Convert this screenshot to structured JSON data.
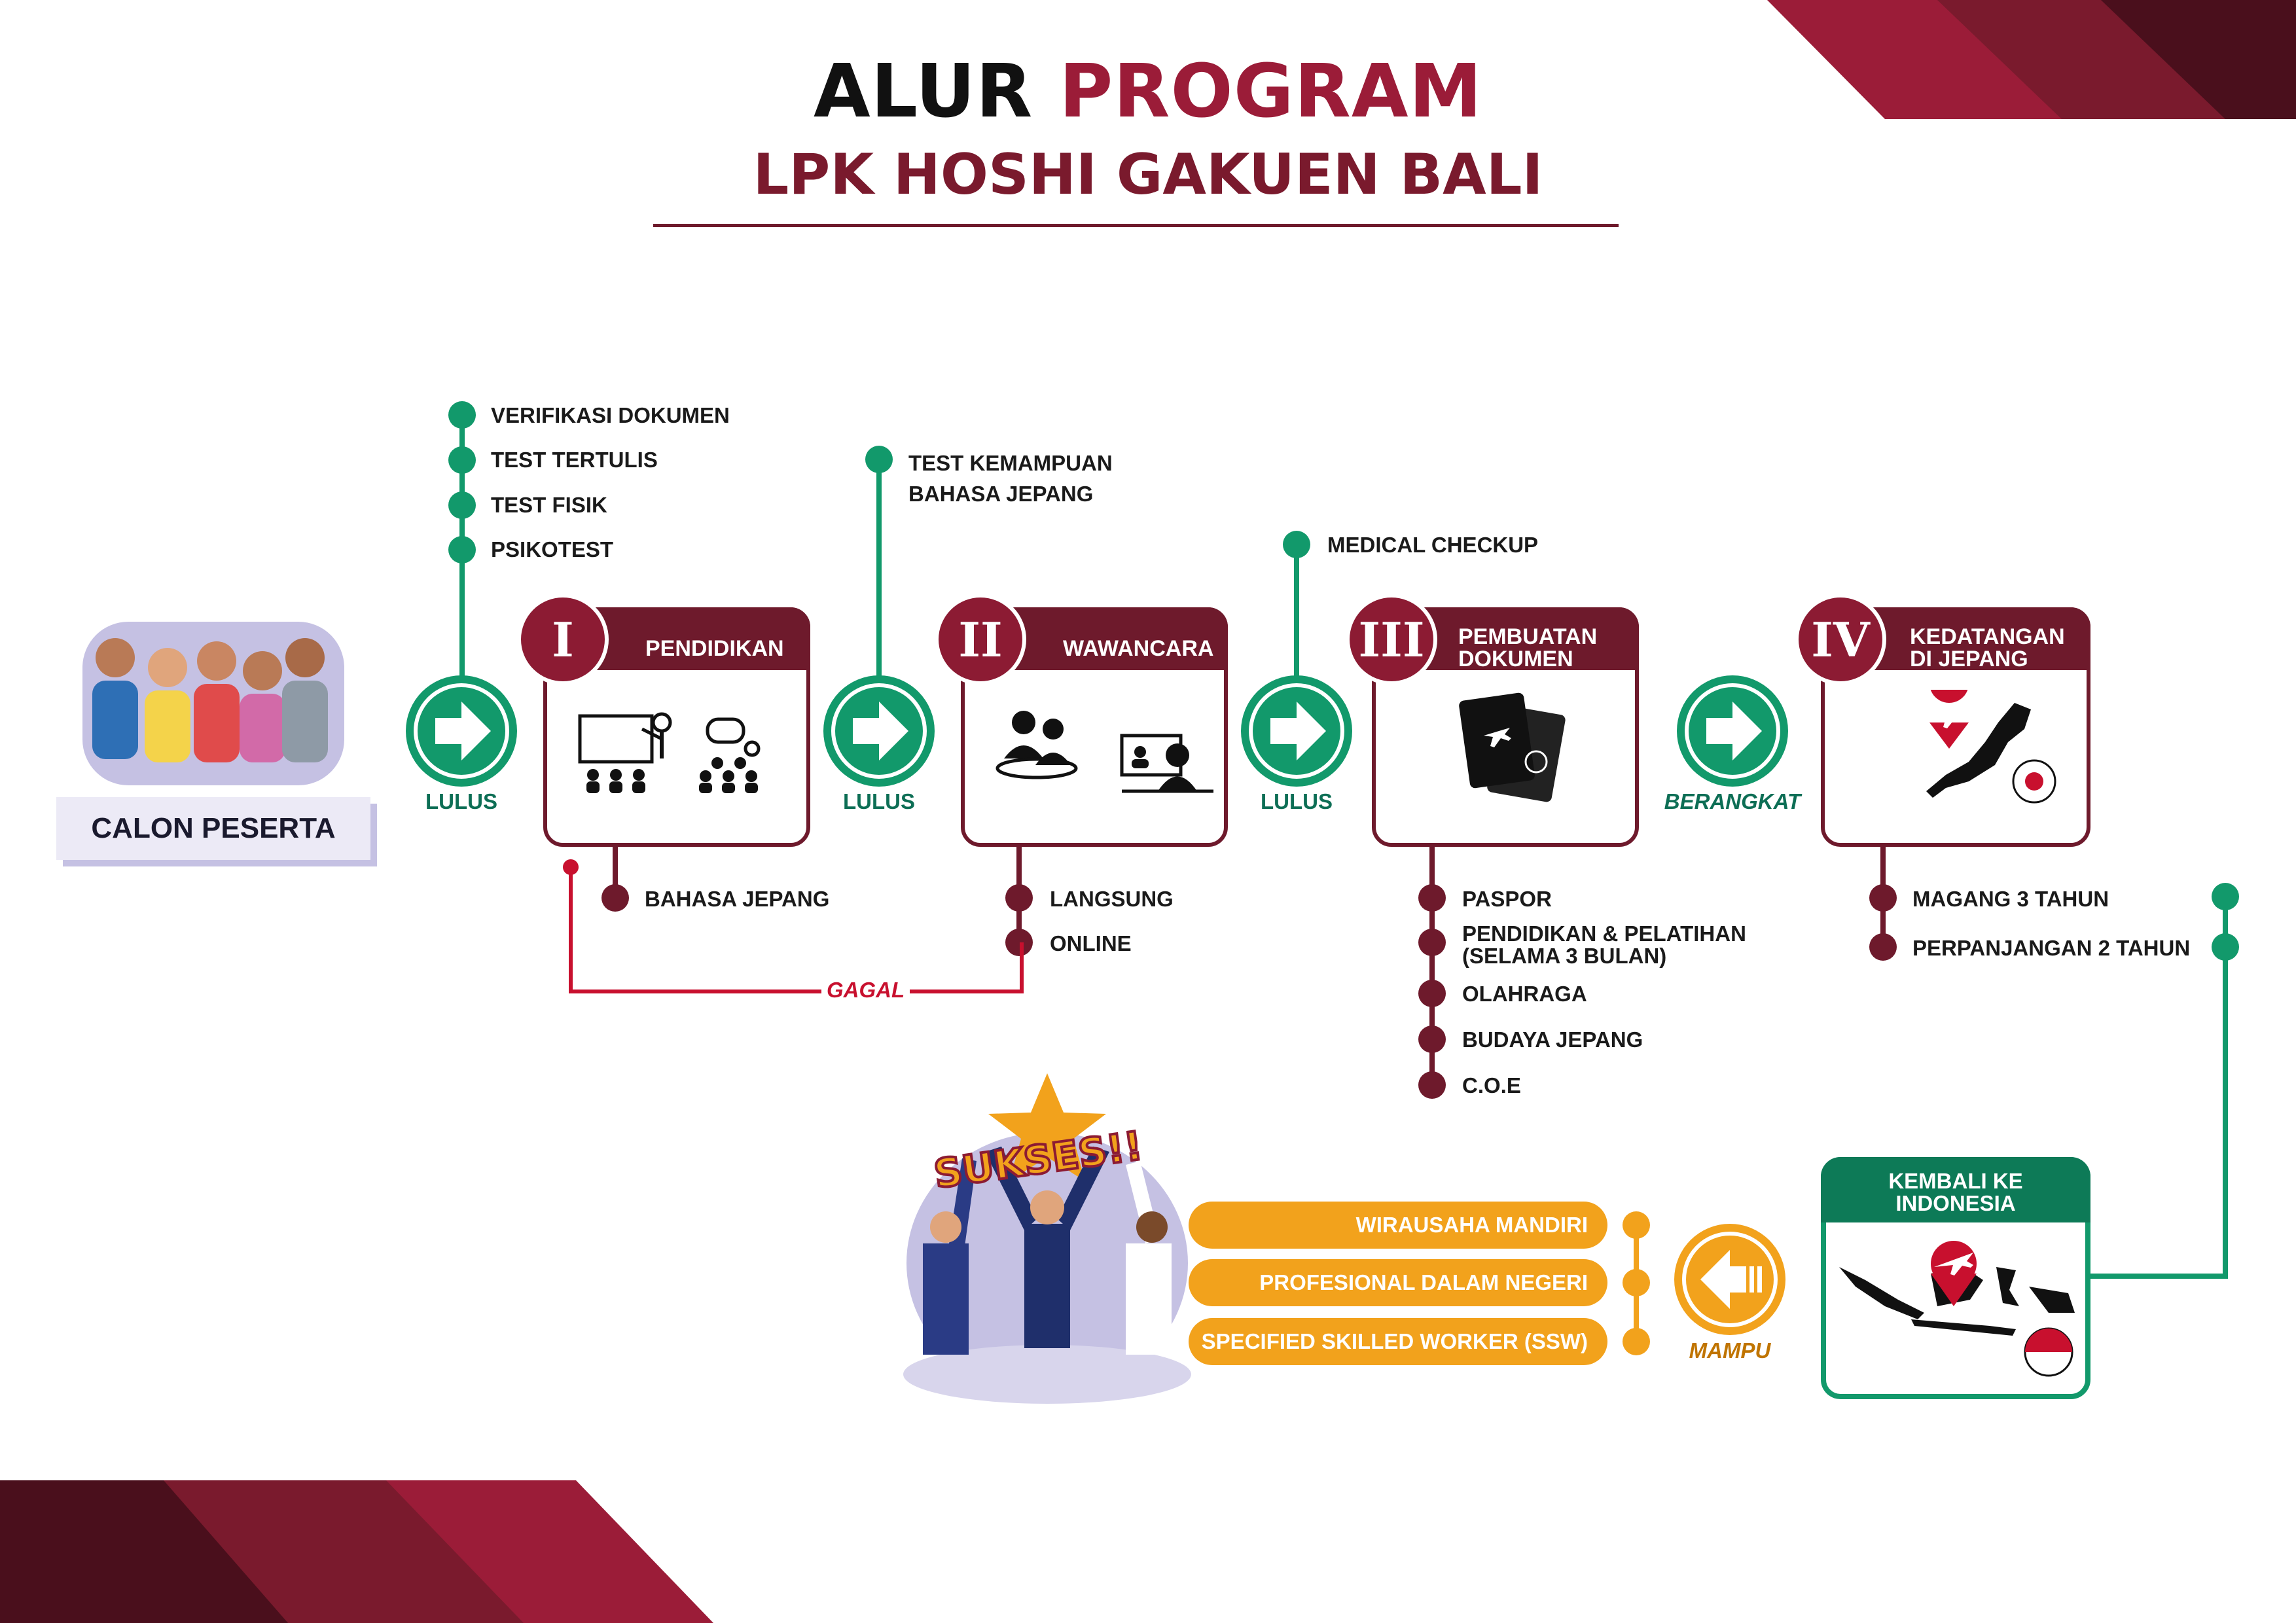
{
  "header": {
    "title_part1": "ALUR",
    "title_part2": "PROGRAM",
    "subtitle": "LPK HOSHI GAKUEN BALI"
  },
  "start": {
    "label": "CALON PESERTA"
  },
  "transitions": {
    "lulus": "LULUS",
    "berangkat": "BERANGKAT",
    "gagal": "GAGAL",
    "mampu": "MAMPU"
  },
  "pre_steps": {
    "selection": [
      "VERIFIKASI DOKUMEN",
      "TEST TERTULIS",
      "TEST FISIK",
      "PSIKOTEST"
    ],
    "language_test": "TEST KEMAMPUAN BAHASA JEPANG",
    "medical": "MEDICAL CHECKUP"
  },
  "stages": [
    {
      "numeral": "I",
      "title": "PENDIDIKAN",
      "details": [
        "BAHASA JEPANG"
      ],
      "icons": [
        "classroom-icon",
        "discussion-group-icon"
      ]
    },
    {
      "numeral": "II",
      "title": "WAWANCARA",
      "details": [
        "LANGSUNG",
        "ONLINE"
      ],
      "icons": [
        "interview-icon",
        "video-call-icon"
      ]
    },
    {
      "numeral": "III",
      "title": "PEMBUATAN DOKUMEN",
      "details": [
        "PASPOR",
        "PENDIDIKAN & PELATIHAN (SELAMA 3 BULAN)",
        "OLAHRAGA",
        "BUDAYA JEPANG",
        "C.O.E"
      ],
      "icons": [
        "passport-icon"
      ]
    },
    {
      "numeral": "IV",
      "title": "KEDATANGAN DI JEPANG",
      "details": [
        "MAGANG 3 TAHUN",
        "PERPANJANGAN 2 TAHUN"
      ],
      "icons": [
        "japan-map-icon",
        "japan-flag-icon"
      ]
    }
  ],
  "return": {
    "title": "KEMBALI KE INDONESIA",
    "icons": [
      "indonesia-map-icon",
      "indonesia-flag-icon"
    ]
  },
  "outcomes": [
    "WIRAUSAHA MANDIRI",
    "PROFESIONAL DALAM NEGERI",
    "SPECIFIED SKILLED WORKER (SSW)"
  ],
  "success": {
    "label": "SUKSES!!"
  },
  "colors": {
    "maroon": "#6e1a2c",
    "crimson": "#9b1c38",
    "green": "#12996b",
    "red": "#c8102e",
    "orange": "#f2a21c",
    "lavender": "#c5c1e3"
  }
}
